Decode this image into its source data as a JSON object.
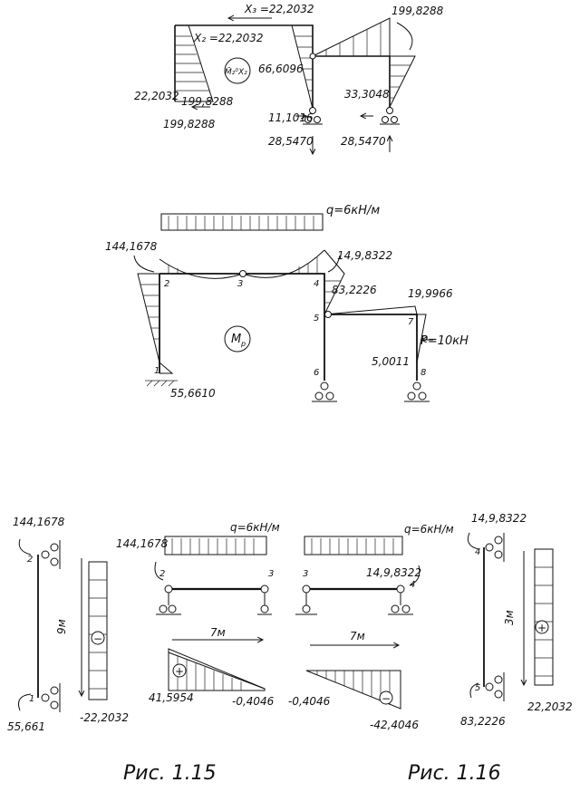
{
  "fig_top": {
    "x3": "X₃ =22,2032",
    "x2": "X₂ =22,2032",
    "circle": "M̄₂⁰X₂",
    "v199_top": "199,8288",
    "v66": "66,6096",
    "v22": "22,2032",
    "v199_mid": "199,8288",
    "v199_bot": "199,8288",
    "v33": "33,3048",
    "v11": "11,1016",
    "v28_left": "28,5470",
    "v28_right": "28,5470"
  },
  "fig_mid": {
    "load": "q=6кН/м",
    "v144": "144,1678",
    "v149": "14,9,8322",
    "v83": "83,2226",
    "v19": "19,9966",
    "force": "P=10кН",
    "v5": "5,0011",
    "v55": "55,6610",
    "mp": "M",
    "mp_sub": "p",
    "nodes": [
      "1",
      "2",
      "3",
      "4",
      "5",
      "6",
      "7",
      "8"
    ]
  },
  "fig_bot": {
    "col1_top": "144,1678",
    "col1_bot": "55,661",
    "col1_len": "9м",
    "col1_val": "-22,2032",
    "beam1_m": "144,1678",
    "beam1_load": "q=6кН/м",
    "beam1_len": "7м",
    "beam1_q_left": "41,5954",
    "beam1_q_right": "-0,4046",
    "beam2_load": "q=6кН/м",
    "beam2_m": "14,9,8322",
    "beam2_len": "7м",
    "beam2_q_left": "-0,4046",
    "beam2_q_right": "-42,4046",
    "col2_top": "14,9,8322",
    "col2_bot": "83,2226",
    "col2_len": "3м",
    "col2_val": "22,2032",
    "plus": "+",
    "minus": "−",
    "caption_left": "Рис. 1.15",
    "caption_right": "Рис. 1.16",
    "nodes": {
      "n1": "1",
      "n2": "2",
      "n3": "3",
      "n3b": "3",
      "n4": "4",
      "n2b": "2",
      "n4b": "4",
      "n5": "5"
    }
  }
}
